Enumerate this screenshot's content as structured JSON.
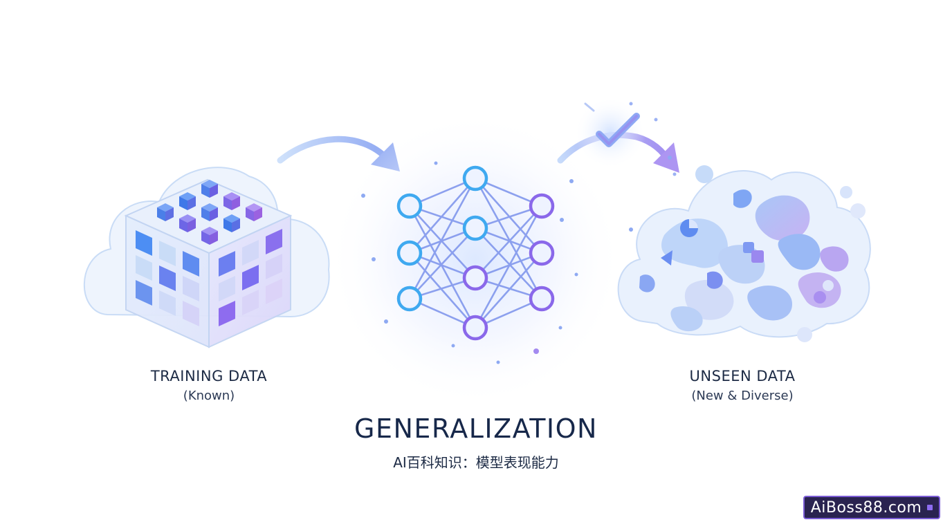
{
  "diagram": {
    "left": {
      "title": "TRAINING DATA",
      "subtitle": "(Known)",
      "icon": "data-cube-icon"
    },
    "center": {
      "icon": "neural-network-icon"
    },
    "right": {
      "title": "UNSEEN DATA",
      "subtitle": "(New & Diverse)",
      "icon": "data-blob-cloud-icon"
    },
    "main_title": "GENERALIZATION",
    "main_subtitle": "AI百科知识：模型表现能力",
    "check_icon": "check-icon"
  },
  "watermark": {
    "text": "AiBoss88.com"
  },
  "colors": {
    "blue": "#4f8ff0",
    "violet": "#8e6cf2",
    "text": "#1c2a44",
    "watermark_bg": "#2a2350",
    "watermark_border": "#7b5cd6"
  }
}
